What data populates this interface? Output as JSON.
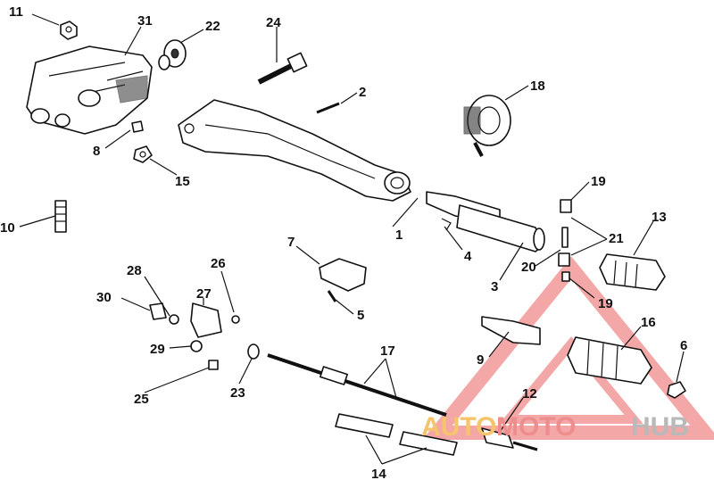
{
  "callouts": [
    {
      "id": "11",
      "text": "11"
    },
    {
      "id": "31",
      "text": "31"
    },
    {
      "id": "22",
      "text": "22"
    },
    {
      "id": "24",
      "text": "24"
    },
    {
      "id": "2",
      "text": "2"
    },
    {
      "id": "18",
      "text": "18"
    },
    {
      "id": "8",
      "text": "8"
    },
    {
      "id": "15",
      "text": "15"
    },
    {
      "id": "10",
      "text": "10"
    },
    {
      "id": "1",
      "text": "1"
    },
    {
      "id": "19a",
      "text": "19"
    },
    {
      "id": "13",
      "text": "13"
    },
    {
      "id": "21",
      "text": "21"
    },
    {
      "id": "4",
      "text": "4"
    },
    {
      "id": "20",
      "text": "20"
    },
    {
      "id": "3",
      "text": "3"
    },
    {
      "id": "19b",
      "text": "19"
    },
    {
      "id": "7",
      "text": "7"
    },
    {
      "id": "26",
      "text": "26"
    },
    {
      "id": "28",
      "text": "28"
    },
    {
      "id": "27",
      "text": "27"
    },
    {
      "id": "30",
      "text": "30"
    },
    {
      "id": "5",
      "text": "5"
    },
    {
      "id": "16",
      "text": "16"
    },
    {
      "id": "6",
      "text": "6"
    },
    {
      "id": "29",
      "text": "29"
    },
    {
      "id": "9",
      "text": "9"
    },
    {
      "id": "17",
      "text": "17"
    },
    {
      "id": "25",
      "text": "25"
    },
    {
      "id": "23",
      "text": "23"
    },
    {
      "id": "12",
      "text": "12"
    },
    {
      "id": "14",
      "text": "14"
    }
  ],
  "watermark": {
    "part1": "AUTO",
    "part2": "MOTO",
    "part3": "HUB",
    "colors": {
      "auto": "#f5c46c",
      "moto": "#ee8d8d",
      "hub": "#b9b9b9",
      "triangle": "#f08a8a"
    }
  }
}
